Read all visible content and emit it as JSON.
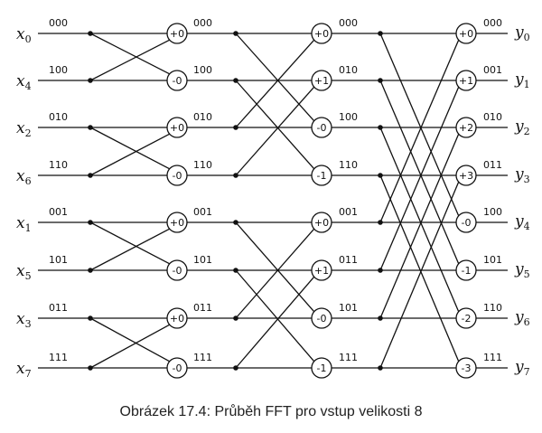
{
  "caption": "Obrázek 17.4: Průběh FFT pro vstup velikosti 8",
  "diagram": {
    "inputs": [
      {
        "base": "x",
        "sub": "0"
      },
      {
        "base": "x",
        "sub": "4"
      },
      {
        "base": "x",
        "sub": "2"
      },
      {
        "base": "x",
        "sub": "6"
      },
      {
        "base": "x",
        "sub": "1"
      },
      {
        "base": "x",
        "sub": "5"
      },
      {
        "base": "x",
        "sub": "3"
      },
      {
        "base": "x",
        "sub": "7"
      }
    ],
    "outputs": [
      {
        "base": "y",
        "sub": "0"
      },
      {
        "base": "y",
        "sub": "1"
      },
      {
        "base": "y",
        "sub": "2"
      },
      {
        "base": "y",
        "sub": "3"
      },
      {
        "base": "y",
        "sub": "4"
      },
      {
        "base": "y",
        "sub": "5"
      },
      {
        "base": "y",
        "sub": "6"
      },
      {
        "base": "y",
        "sub": "7"
      }
    ],
    "stages": [
      {
        "input_bits": [
          "000",
          "100",
          "010",
          "110",
          "001",
          "101",
          "011",
          "111"
        ],
        "nodes": [
          "+0",
          "-0",
          "+0",
          "-0",
          "+0",
          "-0",
          "+0",
          "-0"
        ]
      },
      {
        "input_bits": [
          "000",
          "100",
          "010",
          "110",
          "001",
          "101",
          "011",
          "111"
        ],
        "nodes": [
          "+0",
          "+1",
          "-0",
          "-1",
          "+0",
          "+1",
          "-0",
          "-1"
        ]
      },
      {
        "input_bits": [
          "000",
          "010",
          "100",
          "110",
          "001",
          "011",
          "101",
          "111"
        ],
        "nodes": [
          "+0",
          "+1",
          "+2",
          "+3",
          "-0",
          "-1",
          "-2",
          "-3"
        ]
      }
    ],
    "output_bits": [
      "000",
      "001",
      "010",
      "011",
      "100",
      "101",
      "110",
      "111"
    ]
  }
}
